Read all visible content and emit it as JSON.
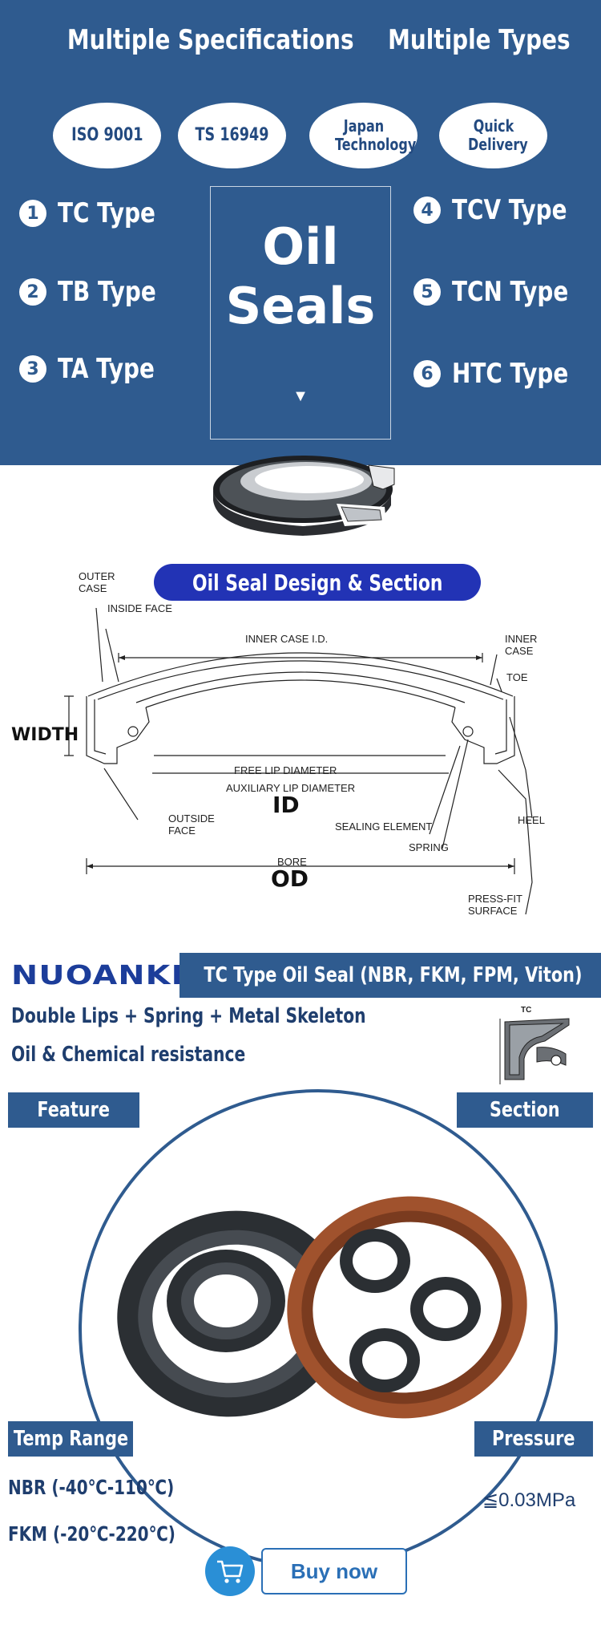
{
  "banner": {
    "headline_left": "Multiple Specifications",
    "headline_right": "Multiple Types",
    "certs": [
      "ISO 9001",
      "TS 16949",
      "Japan Technology",
      "Quick Delivery"
    ],
    "types_left": [
      {
        "num": "1",
        "label": "TC  Type"
      },
      {
        "num": "2",
        "label": "TB Type"
      },
      {
        "num": "3",
        "label": "TA Type"
      }
    ],
    "types_right": [
      {
        "num": "4",
        "label": "TCV Type"
      },
      {
        "num": "5",
        "label": "TCN Type"
      },
      {
        "num": "6",
        "label": "HTC Type"
      }
    ],
    "center_title_line1": "Oil",
    "center_title_line2": "Seals",
    "center_arrow": "▼"
  },
  "diagram": {
    "title": "Oil Seal Design & Section",
    "labels": {
      "outer_case": "OUTER\nCASE",
      "inside_face": "INSIDE FACE",
      "inner_case_id": "INNER CASE I.D.",
      "inner_case": "INNER\nCASE",
      "toe": "TOE",
      "width": "WIDTH",
      "free_lip_diameter": "FREE LIP DIAMETER",
      "auxiliary_lip_diameter": "AUXILIARY LIP DIAMETER",
      "id": "ID",
      "outside_face": "OUTSIDE\nFACE",
      "sealing_element": "SEALING ELEMENT",
      "spring": "SPRING",
      "heel": "HEEL",
      "bore": "BORE",
      "od": "OD",
      "press_fit_surface": "PRESS-FIT\nSURFACE"
    }
  },
  "product": {
    "brand": "NUOANKE",
    "title": "TC Type Oil Seal (NBR, FKM, FPM, Viton)",
    "lead_1": "Double Lips + Spring + Metal Skeleton",
    "lead_2": "Oil & Chemical resistance",
    "section_icon_label": "TC",
    "tags": {
      "feature": "Feature",
      "section": "Section",
      "temp_range": "Temp Range",
      "pressure": "Pressure"
    },
    "temp_nbr": "NBR (-40℃-110℃)",
    "temp_fkm": "FKM (-20℃-220℃)",
    "pressure_value": "≦0.03MPa",
    "buy_label": "Buy now"
  },
  "colors": {
    "banner_blue": "#2f5b8f",
    "title_pill": "#2233b5",
    "seal_brown": "#a0522d",
    "seal_black": "#2b2f33",
    "buy_blue": "#2a6fb6"
  }
}
